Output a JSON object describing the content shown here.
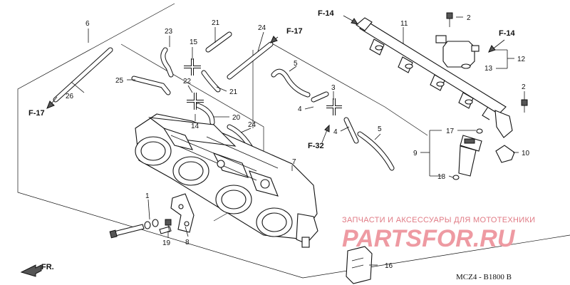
{
  "diagram": {
    "part_labels": {
      "p1": "1",
      "p2a": "2",
      "p2b": "2",
      "p3": "3",
      "p4a": "4",
      "p4b": "4",
      "p5a": "5",
      "p5b": "5",
      "p6": "6",
      "p7": "7",
      "p8": "8",
      "p9": "9",
      "p10": "10",
      "p11": "11",
      "p12": "12",
      "p13": "13",
      "p14": "14",
      "p15": "15",
      "p16": "16",
      "p17": "17",
      "p18": "18",
      "p19": "19",
      "p20": "20",
      "p21a": "21",
      "p21b": "21",
      "p22": "22",
      "p23": "23",
      "p24a": "24",
      "p24b": "24",
      "p25": "25",
      "p26": "26"
    },
    "references": {
      "f14_top": "F-14",
      "f14_right": "F-14",
      "f17_top": "F-17",
      "f17_left": "F-17",
      "f32": "F-32",
      "fr": "FR."
    },
    "watermark": {
      "line1": "ЗАПЧАСТИ И АКСЕССУАРЫ ДЛЯ МОТОТЕХНИКИ",
      "line2": "PARTSFOR.RU"
    },
    "diagram_code": "MCZ4 - B1800 B"
  }
}
